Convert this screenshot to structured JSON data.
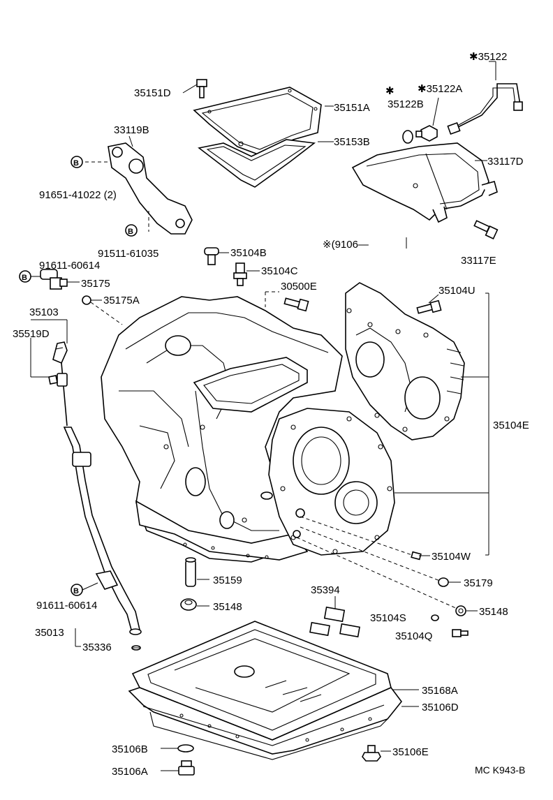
{
  "diagram": {
    "footer_code": "MC K943-B",
    "date_note": "※(9106—",
    "bolt_marker": "B",
    "labels": {
      "l35122": "✱35122",
      "l35122A": "✱35122A",
      "l35122B_star": "✱",
      "l35122B": "35122B",
      "l35151D": "35151D",
      "l35151A": "35151A",
      "l35153B": "35153B",
      "l33117D": "33117D",
      "l33119B": "33119B",
      "l91651": "91651-41022 (2)",
      "l91511": "91511-61035",
      "l35104B": "35104B",
      "l35104C": "35104C",
      "l30500E": "30500E",
      "l35104U": "35104U",
      "l33117E": "33117E",
      "l91611a": "91611-60614",
      "l35175": "35175",
      "l35175A": "35175A",
      "l35103": "35103",
      "l35519D": "35519D",
      "l35104E": "35104E",
      "l35104W": "35104W",
      "l35179": "35179",
      "l35148b": "35148",
      "l35159": "35159",
      "l35148a": "35148",
      "l35394": "35394",
      "l35104S": "35104S",
      "l35104Q": "35104Q",
      "l91611b": "91611-60614",
      "l35013": "35013",
      "l35336": "35336",
      "l35168A": "35168A",
      "l35106D": "35106D",
      "l35106B": "35106B",
      "l35106E": "35106E",
      "l35106A": "35106A"
    }
  }
}
